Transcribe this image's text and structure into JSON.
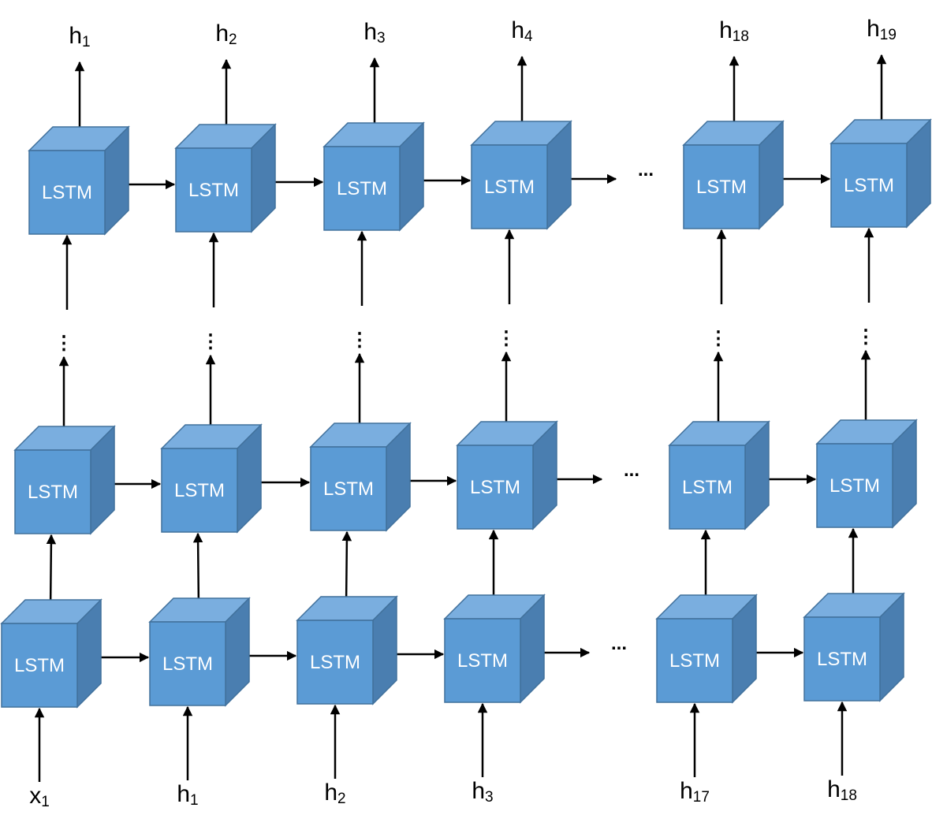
{
  "colors": {
    "front": "#5B9BD5",
    "top": "#7AAEDF",
    "side": "#4A7EB0",
    "stroke": "#41719C",
    "arrow": "#000000"
  },
  "cube_label": "LSTM",
  "row_ellipsis": "...",
  "vertical_ellipsis": "⋮",
  "top_outputs": [
    {
      "base": "h",
      "sub": "1"
    },
    {
      "base": "h",
      "sub": "2"
    },
    {
      "base": "h",
      "sub": "3"
    },
    {
      "base": "h",
      "sub": "4"
    },
    {
      "base": "h",
      "sub": "18"
    },
    {
      "base": "h",
      "sub": "19"
    }
  ],
  "bottom_inputs": [
    {
      "base": "x",
      "sub": "1"
    },
    {
      "base": "h",
      "sub": "1"
    },
    {
      "base": "h",
      "sub": "2"
    },
    {
      "base": "h",
      "sub": "3"
    },
    {
      "base": "h",
      "sub": "17"
    },
    {
      "base": "h",
      "sub": "18"
    }
  ]
}
